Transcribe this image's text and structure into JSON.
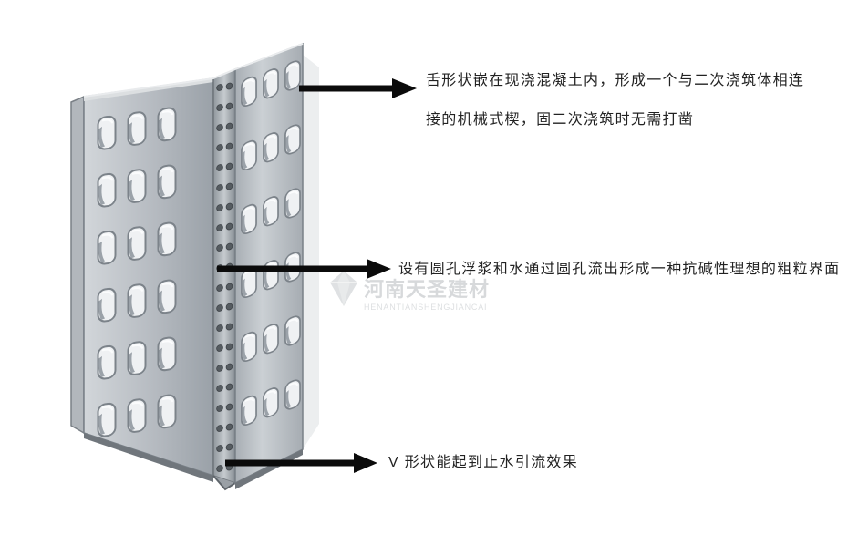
{
  "colors": {
    "background": "#ffffff",
    "arrow": "#0b0b0b",
    "annotation_text": "#222222",
    "watermark_gray": "#c6cacd",
    "panel_light": "#cfd3d7",
    "panel_mid": "#b5bac0",
    "panel_dark": "#8f969c",
    "hole_dark": "#565c61"
  },
  "watermark": {
    "name": "河南天圣建材",
    "romanized": "HENANTIANSHENGJIANCAI"
  },
  "annotations": {
    "tongue": {
      "line1": "舌形状嵌在现浇混凝土内，形成一个与二次浇筑体相连",
      "line2": "接的机械式楔，固二次浇筑时无需打凿"
    },
    "holes": {
      "line1": "设有圆孔浮浆和水通过圆孔流出形成一种抗碱性理想的粗粒界面"
    },
    "v_shape": {
      "line1": "V 形状能起到止水引流效果"
    }
  },
  "diagram": {
    "left_tabs": {
      "rows": 6,
      "cols": 3,
      "row_step": 63,
      "col_step": 33,
      "tab_w": 26,
      "tab_h": 42
    },
    "right_tabs": {
      "rows": 6,
      "cols": 3,
      "row_step": 70,
      "col_step": 24,
      "tab_w": 22,
      "tab_h": 40
    },
    "holes": {
      "rows": 20,
      "cols": 2,
      "row_step": 22,
      "col_step": 10.5,
      "radius": 3.4
    }
  }
}
